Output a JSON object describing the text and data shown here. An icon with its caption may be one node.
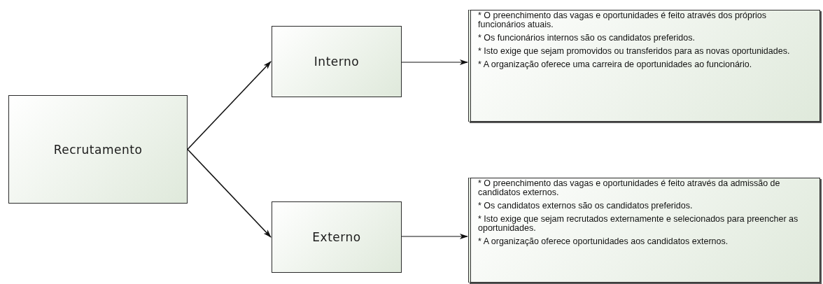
{
  "diagram": {
    "nodes": [
      {
        "text": [
          "Recrutamento"
        ]
      },
      {
        "text": [
          "Interno"
        ]
      },
      {
        "text": [
          "Externo"
        ]
      },
      {
        "text": [
          "* O preenchimento das vagas e oportunidades é feito através dos próprios funcionários atuais.",
          "* Os funcionários internos são os candidatos preferidos.",
          "* Isto exige que sejam promovidos ou transferidos para as novas oportunidades.",
          "* A organização oferece uma carreira de oportunidades ao funcionário."
        ]
      },
      {
        "text": [
          "* O preenchimento das vagas e oportunidades é feito através da admissão de candidatos externos.",
          "* Os candidatos externos são os candidatos preferidos.",
          "* Isto exige que sejam recrutados externamente e selecionados para preencher as oportunidades.",
          "* A organização oferece oportunidades aos candidatos externos."
        ]
      }
    ],
    "edges": [
      {
        "from": 0,
        "to": 1,
        "arrow": "to"
      },
      {
        "from": 0,
        "to": 2,
        "arrow": "to"
      },
      {
        "from": 1,
        "to": 3,
        "arrow": "to"
      },
      {
        "from": 2,
        "to": 4,
        "arrow": "to"
      }
    ]
  }
}
